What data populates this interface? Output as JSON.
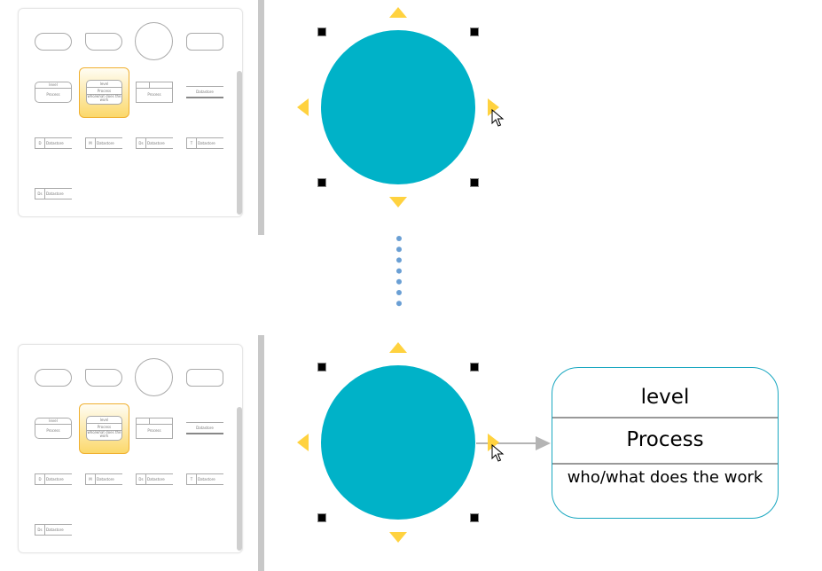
{
  "palette": {
    "items": [
      {
        "kind": "pill"
      },
      {
        "kind": "pill-cut"
      },
      {
        "kind": "circle"
      },
      {
        "kind": "rounded-rect"
      },
      {
        "kind": "level-process",
        "top": "level",
        "bottom": "Process"
      },
      {
        "kind": "process-full",
        "top": "level",
        "mid": "Process",
        "bottom": "who/what does the work",
        "selected": true
      },
      {
        "kind": "process-table",
        "bottom": "Process"
      },
      {
        "kind": "datastore",
        "label": "Datastore"
      },
      {
        "kind": "ds-id",
        "id": "D",
        "label": "Datastore"
      },
      {
        "kind": "ds-id",
        "id": "M",
        "label": "Datastore"
      },
      {
        "kind": "ds-id",
        "id": "Ds",
        "label": "Datastore"
      },
      {
        "kind": "ds-id",
        "id": "T",
        "label": "Datastore"
      },
      {
        "kind": "ds-id",
        "id": "Ds",
        "label": "Datastore"
      }
    ]
  },
  "canvas": {
    "circle_color": "#00b2c8",
    "handle_color": "#ffd23f",
    "connector_color": "#b4b4b4",
    "dots_color": "#6a9fd4",
    "process_box": {
      "level": "level",
      "title": "Process",
      "description": "who/what does the work"
    }
  }
}
